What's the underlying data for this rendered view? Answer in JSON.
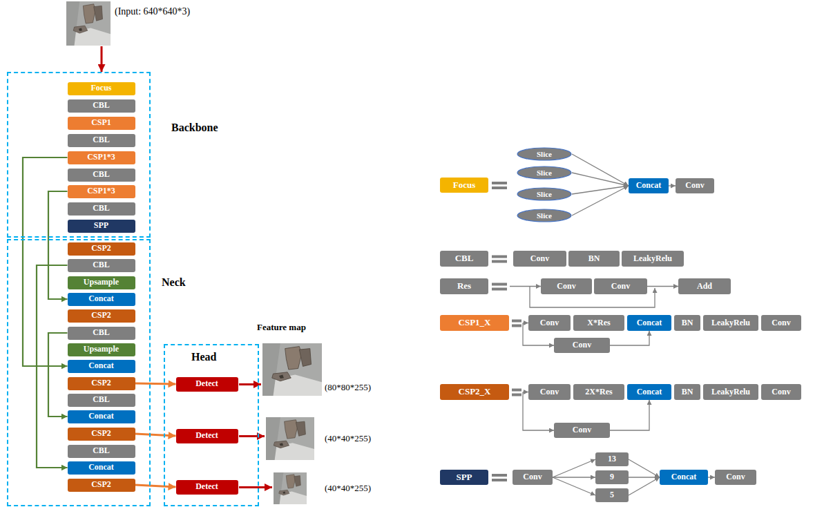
{
  "diagram": {
    "nodes": [
      {
        "text": [
          "Backbone"
        ]
      },
      {
        "text": [
          "Focus"
        ],
        "in": 0
      },
      {
        "text": [
          "CBL"
        ],
        "in": 0
      },
      {
        "text": [
          "CSP1"
        ],
        "in": 0
      },
      {
        "text": [
          "CBL"
        ],
        "in": 0
      },
      {
        "text": [
          "CSP1*3"
        ],
        "in": 0
      },
      {
        "text": [
          "CBL"
        ],
        "in": 0
      },
      {
        "text": [
          "CSP1*3"
        ],
        "in": 0
      },
      {
        "text": [
          "CBL"
        ],
        "in": 0
      },
      {
        "text": [
          "SPP"
        ],
        "in": 0
      },
      {
        "text": [
          "Neck"
        ]
      },
      {
        "text": [
          "CSP2"
        ],
        "in": 10
      },
      {
        "text": [
          "CBL"
        ],
        "in": 10
      },
      {
        "text": [
          "Upsample"
        ],
        "in": 10
      },
      {
        "text": [
          "Concat"
        ],
        "in": 10
      },
      {
        "text": [
          "CSP2"
        ],
        "in": 10
      },
      {
        "text": [
          "CBL"
        ],
        "in": 10
      },
      {
        "text": [
          "Upsample"
        ],
        "in": 10
      },
      {
        "text": [
          "Concat"
        ],
        "in": 10
      },
      {
        "text": [
          "CSP2"
        ],
        "in": 10
      },
      {
        "text": [
          "CBL"
        ],
        "in": 10
      },
      {
        "text": [
          "Concat"
        ],
        "in": 10
      },
      {
        "text": [
          "CSP2"
        ],
        "in": 10
      },
      {
        "text": [
          "CBL"
        ],
        "in": 10
      },
      {
        "text": [
          "Concat"
        ],
        "in": 10
      },
      {
        "text": [
          "CSP2"
        ],
        "in": 10
      },
      {
        "text": [
          "Head"
        ]
      },
      {
        "text": [
          "Detect"
        ],
        "in": 26
      },
      {
        "text": [
          "Detect"
        ],
        "in": 26
      },
      {
        "text": [
          "Detect"
        ],
        "in": 26
      },
      {
        "text": [
          "Focus"
        ]
      },
      {
        "text": [
          "Slice"
        ]
      },
      {
        "text": [
          "Slice"
        ]
      },
      {
        "text": [
          "Slice"
        ]
      },
      {
        "text": [
          "Slice"
        ]
      },
      {
        "text": [
          "Concat"
        ]
      },
      {
        "text": [
          "Conv"
        ]
      },
      {
        "text": [
          "CBL"
        ]
      },
      {
        "text": [
          "Conv"
        ]
      },
      {
        "text": [
          "BN"
        ]
      },
      {
        "text": [
          "LeakyRelu"
        ]
      },
      {
        "text": [
          "Res"
        ]
      },
      {
        "text": [
          "Conv"
        ]
      },
      {
        "text": [
          "Conv"
        ]
      },
      {
        "text": [
          "Add"
        ]
      },
      {
        "text": [
          "CSP1_X"
        ]
      },
      {
        "text": [
          "Conv"
        ]
      },
      {
        "text": [
          "X*Res"
        ]
      },
      {
        "text": [
          "Concat"
        ]
      },
      {
        "text": [
          "BN"
        ]
      },
      {
        "text": [
          "LeakyRelu"
        ]
      },
      {
        "text": [
          "Conv"
        ]
      },
      {
        "text": [
          "Conv"
        ]
      },
      {
        "text": [
          "CSP2_X"
        ]
      },
      {
        "text": [
          "Conv"
        ]
      },
      {
        "text": [
          "2X*Res"
        ]
      },
      {
        "text": [
          "Concat"
        ]
      },
      {
        "text": [
          "BN"
        ]
      },
      {
        "text": [
          "LeakyRelu"
        ]
      },
      {
        "text": [
          "Conv"
        ]
      },
      {
        "text": [
          "Conv"
        ]
      },
      {
        "text": [
          "SPP"
        ]
      },
      {
        "text": [
          "Conv"
        ]
      },
      {
        "text": [
          "13"
        ]
      },
      {
        "text": [
          "9"
        ]
      },
      {
        "text": [
          "5"
        ]
      },
      {
        "text": [
          "Concat"
        ]
      },
      {
        "text": [
          "Conv"
        ]
      }
    ],
    "edges": [
      {
        "from": 5,
        "to": 18,
        "arrow": "to"
      },
      {
        "from": 7,
        "to": 14,
        "arrow": "to"
      },
      {
        "from": 12,
        "to": 24,
        "arrow": "to"
      },
      {
        "from": 16,
        "to": 21,
        "arrow": "to"
      },
      {
        "from": 19,
        "to": 27,
        "arrow": "to"
      },
      {
        "from": 22,
        "to": 28,
        "arrow": "to"
      },
      {
        "from": 25,
        "to": 29,
        "arrow": "to"
      },
      {
        "from": 31,
        "to": 35,
        "arrow": "to"
      },
      {
        "from": 32,
        "to": 35,
        "arrow": "to"
      },
      {
        "from": 33,
        "to": 35,
        "arrow": "to"
      },
      {
        "from": 34,
        "to": 35,
        "arrow": "to"
      },
      {
        "from": 35,
        "to": 36,
        "arrow": "to"
      },
      {
        "from": 43,
        "to": 44,
        "arrow": "to"
      },
      {
        "from": 52,
        "to": 48,
        "arrow": "to"
      },
      {
        "from": 60,
        "to": 56,
        "arrow": "to"
      },
      {
        "from": 62,
        "to": 63,
        "arrow": "to"
      },
      {
        "from": 62,
        "to": 64,
        "arrow": "to"
      },
      {
        "from": 62,
        "to": 65,
        "arrow": "to"
      },
      {
        "from": 63,
        "to": 66,
        "arrow": "to"
      },
      {
        "from": 64,
        "to": 66,
        "arrow": "to"
      },
      {
        "from": 65,
        "to": 66,
        "arrow": "to"
      },
      {
        "from": 66,
        "to": 67,
        "arrow": "to"
      }
    ],
    "labels": [
      "(Input: 640*640*3)",
      "Feature map",
      "(80*80*255)",
      "(40*40*255)",
      "(40*40*255)"
    ]
  }
}
